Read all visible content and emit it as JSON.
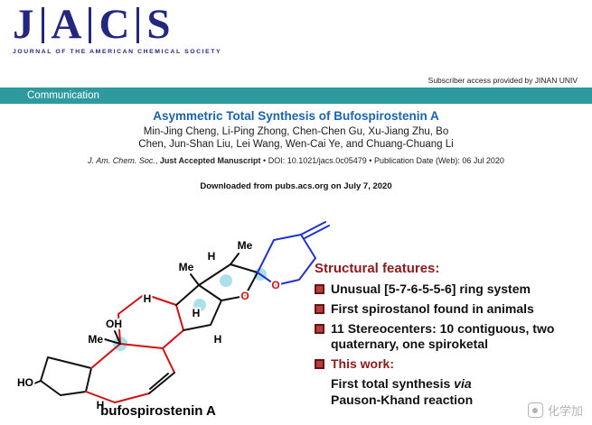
{
  "header": {
    "logo_letters": [
      "J",
      "A",
      "C",
      "S"
    ],
    "logo_subtitle": "JOURNAL OF THE AMERICAN CHEMICAL SOCIETY",
    "subscriber_note": "Subscriber access provided by JINAN UNIV",
    "banner_label": "Communication"
  },
  "article": {
    "title": "Asymmetric Total Synthesis of Bufospirostenin A",
    "authors_line1": "Min-Jing Cheng, Li-Ping Zhong, Chen-Chen Gu, Xu-Jiang Zhu, Bo",
    "authors_line2": "Chen, Jun-Shan Liu, Lei Wang, Wen-Cai Ye, and Chuang-Chuang Li",
    "citation": {
      "journal": "J. Am. Chem. Soc.",
      "sep_comma": ", ",
      "status": "Just Accepted Manuscript",
      "sep_dot": " • ",
      "doi": "DOI: 10.1021/jacs.0c05479",
      "pub_date": "Publication Date (Web): 06 Jul 2020"
    },
    "download_note": "Downloaded from pubs.acs.org on July 7, 2020"
  },
  "abstract": {
    "compound_name": "bufospirostenin A",
    "labels": {
      "ho": "HO",
      "oh": "OH",
      "me": "Me",
      "h": "H",
      "o": "O"
    },
    "features": {
      "heading": "Structural features:",
      "items": [
        "Unusual [5-7-6-5-5-6] ring system",
        "First spirostanol found in animals",
        "11 Stereocenters: 10 contiguous, two quaternary, one spiroketal",
        "This work:"
      ],
      "closing_line1_prefix": "First total synthesis ",
      "closing_line1_italic": "via",
      "closing_line2": "Pauson-Khand reaction"
    }
  },
  "watermark": {
    "text": "化学加"
  },
  "colors": {
    "logo_navy": "#23287e",
    "banner_teal": "#2d9aa0",
    "title_blue": "#1b63ad",
    "feature_red": "#8e1b1b",
    "bond_red": "#d40f0f",
    "bond_blue": "#2233cc",
    "highlight_cyan": "#a6dee9"
  }
}
